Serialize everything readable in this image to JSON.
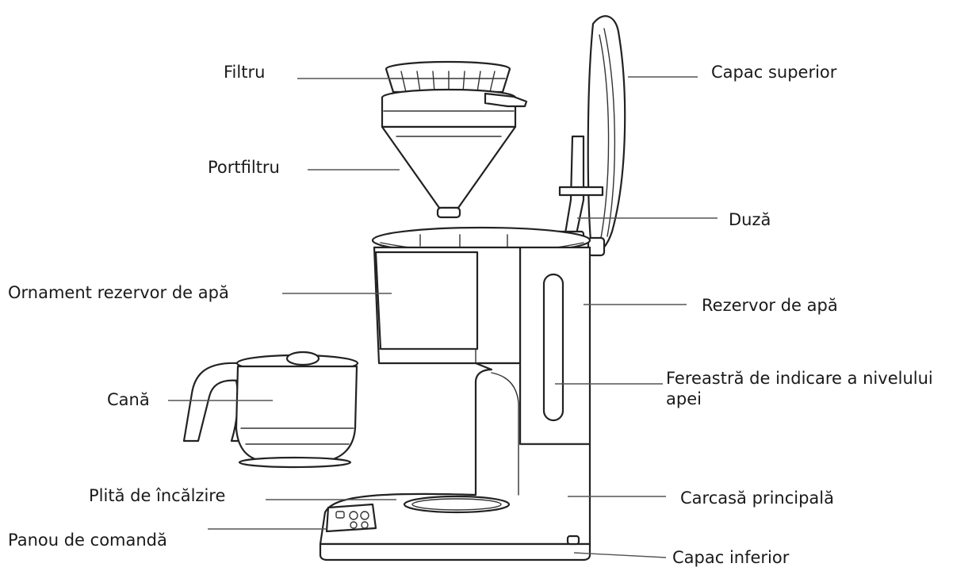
{
  "labels": {
    "filtru": "Filtru",
    "portfiltru": "Portfiltru",
    "ornament": "Ornament rezervor de apă",
    "cana": "Cană",
    "plita": "Plită de încălzire",
    "panou": "Panou de comandă",
    "capac_superior": "Capac superior",
    "duza": "Duză",
    "rezervor": "Rezervor de apă",
    "fereastra": "Fereastră de indicare a nivelului apei",
    "carcasa": "Carcasă principală",
    "capac_inferior": "Capac inferior"
  }
}
